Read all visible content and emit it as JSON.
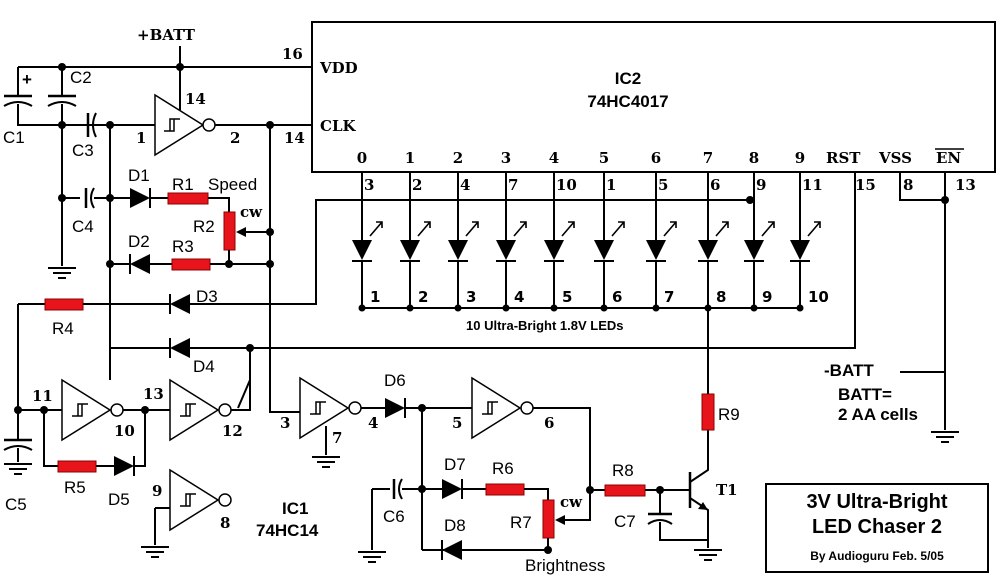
{
  "ic2": {
    "name": "IC2",
    "part": "74HC4017",
    "vdd": "VDD",
    "clk": "CLK",
    "vdd_pin": "16",
    "clk_pin": "14",
    "outputs": [
      "0",
      "1",
      "2",
      "3",
      "4",
      "5",
      "6",
      "7",
      "8",
      "9"
    ],
    "out_pins": [
      "3",
      "2",
      "4",
      "7",
      "10",
      "1",
      "5",
      "6",
      "9",
      "11"
    ],
    "rst": "RST",
    "vss": "VSS",
    "en": "EN",
    "rst_pin": "15",
    "vss_pin": "8",
    "en_pin": "13"
  },
  "led_numbers": [
    "1",
    "2",
    "3",
    "4",
    "5",
    "6",
    "7",
    "8",
    "9",
    "10"
  ],
  "leds_label": "10 Ultra-Bright 1.8V LEDs",
  "supply": {
    "pos": "+BATT",
    "neg": "-BATT",
    "batt_line1": "BATT=",
    "batt_line2": "2 AA cells"
  },
  "ic1": {
    "name": "IC1",
    "part": "74HC14"
  },
  "components": {
    "c1": "C1",
    "c2": "C2",
    "c3": "C3",
    "c4": "C4",
    "c5": "C5",
    "c6": "C6",
    "c7": "C7",
    "d1": "D1",
    "d2": "D2",
    "d3": "D3",
    "d4": "D4",
    "d5": "D5",
    "d6": "D6",
    "d7": "D7",
    "d8": "D8",
    "r1": "R1",
    "r2": "R2",
    "r3": "R3",
    "r4": "R4",
    "r5": "R5",
    "r6": "R6",
    "r7": "R7",
    "r8": "R8",
    "r9": "R9",
    "t1": "T1",
    "speed": "Speed",
    "brightness": "Brightness",
    "cw": "cw",
    "plus": "+"
  },
  "gate_pins": {
    "g1_in": "1",
    "g1_out": "2",
    "g1_vdd": "14",
    "g2_in": "11",
    "g2_out": "10",
    "g3_in": "13",
    "g3_out": "12",
    "g4_in": "3",
    "g4_out": "4",
    "g4_gnd": "7",
    "g5_in": "5",
    "g5_out": "6",
    "g6_in": "9",
    "g6_out": "8"
  },
  "title_block": {
    "line1": "3V Ultra-Bright",
    "line2": "LED Chaser 2",
    "credit": "By Audioguru  Feb. 5/05"
  }
}
